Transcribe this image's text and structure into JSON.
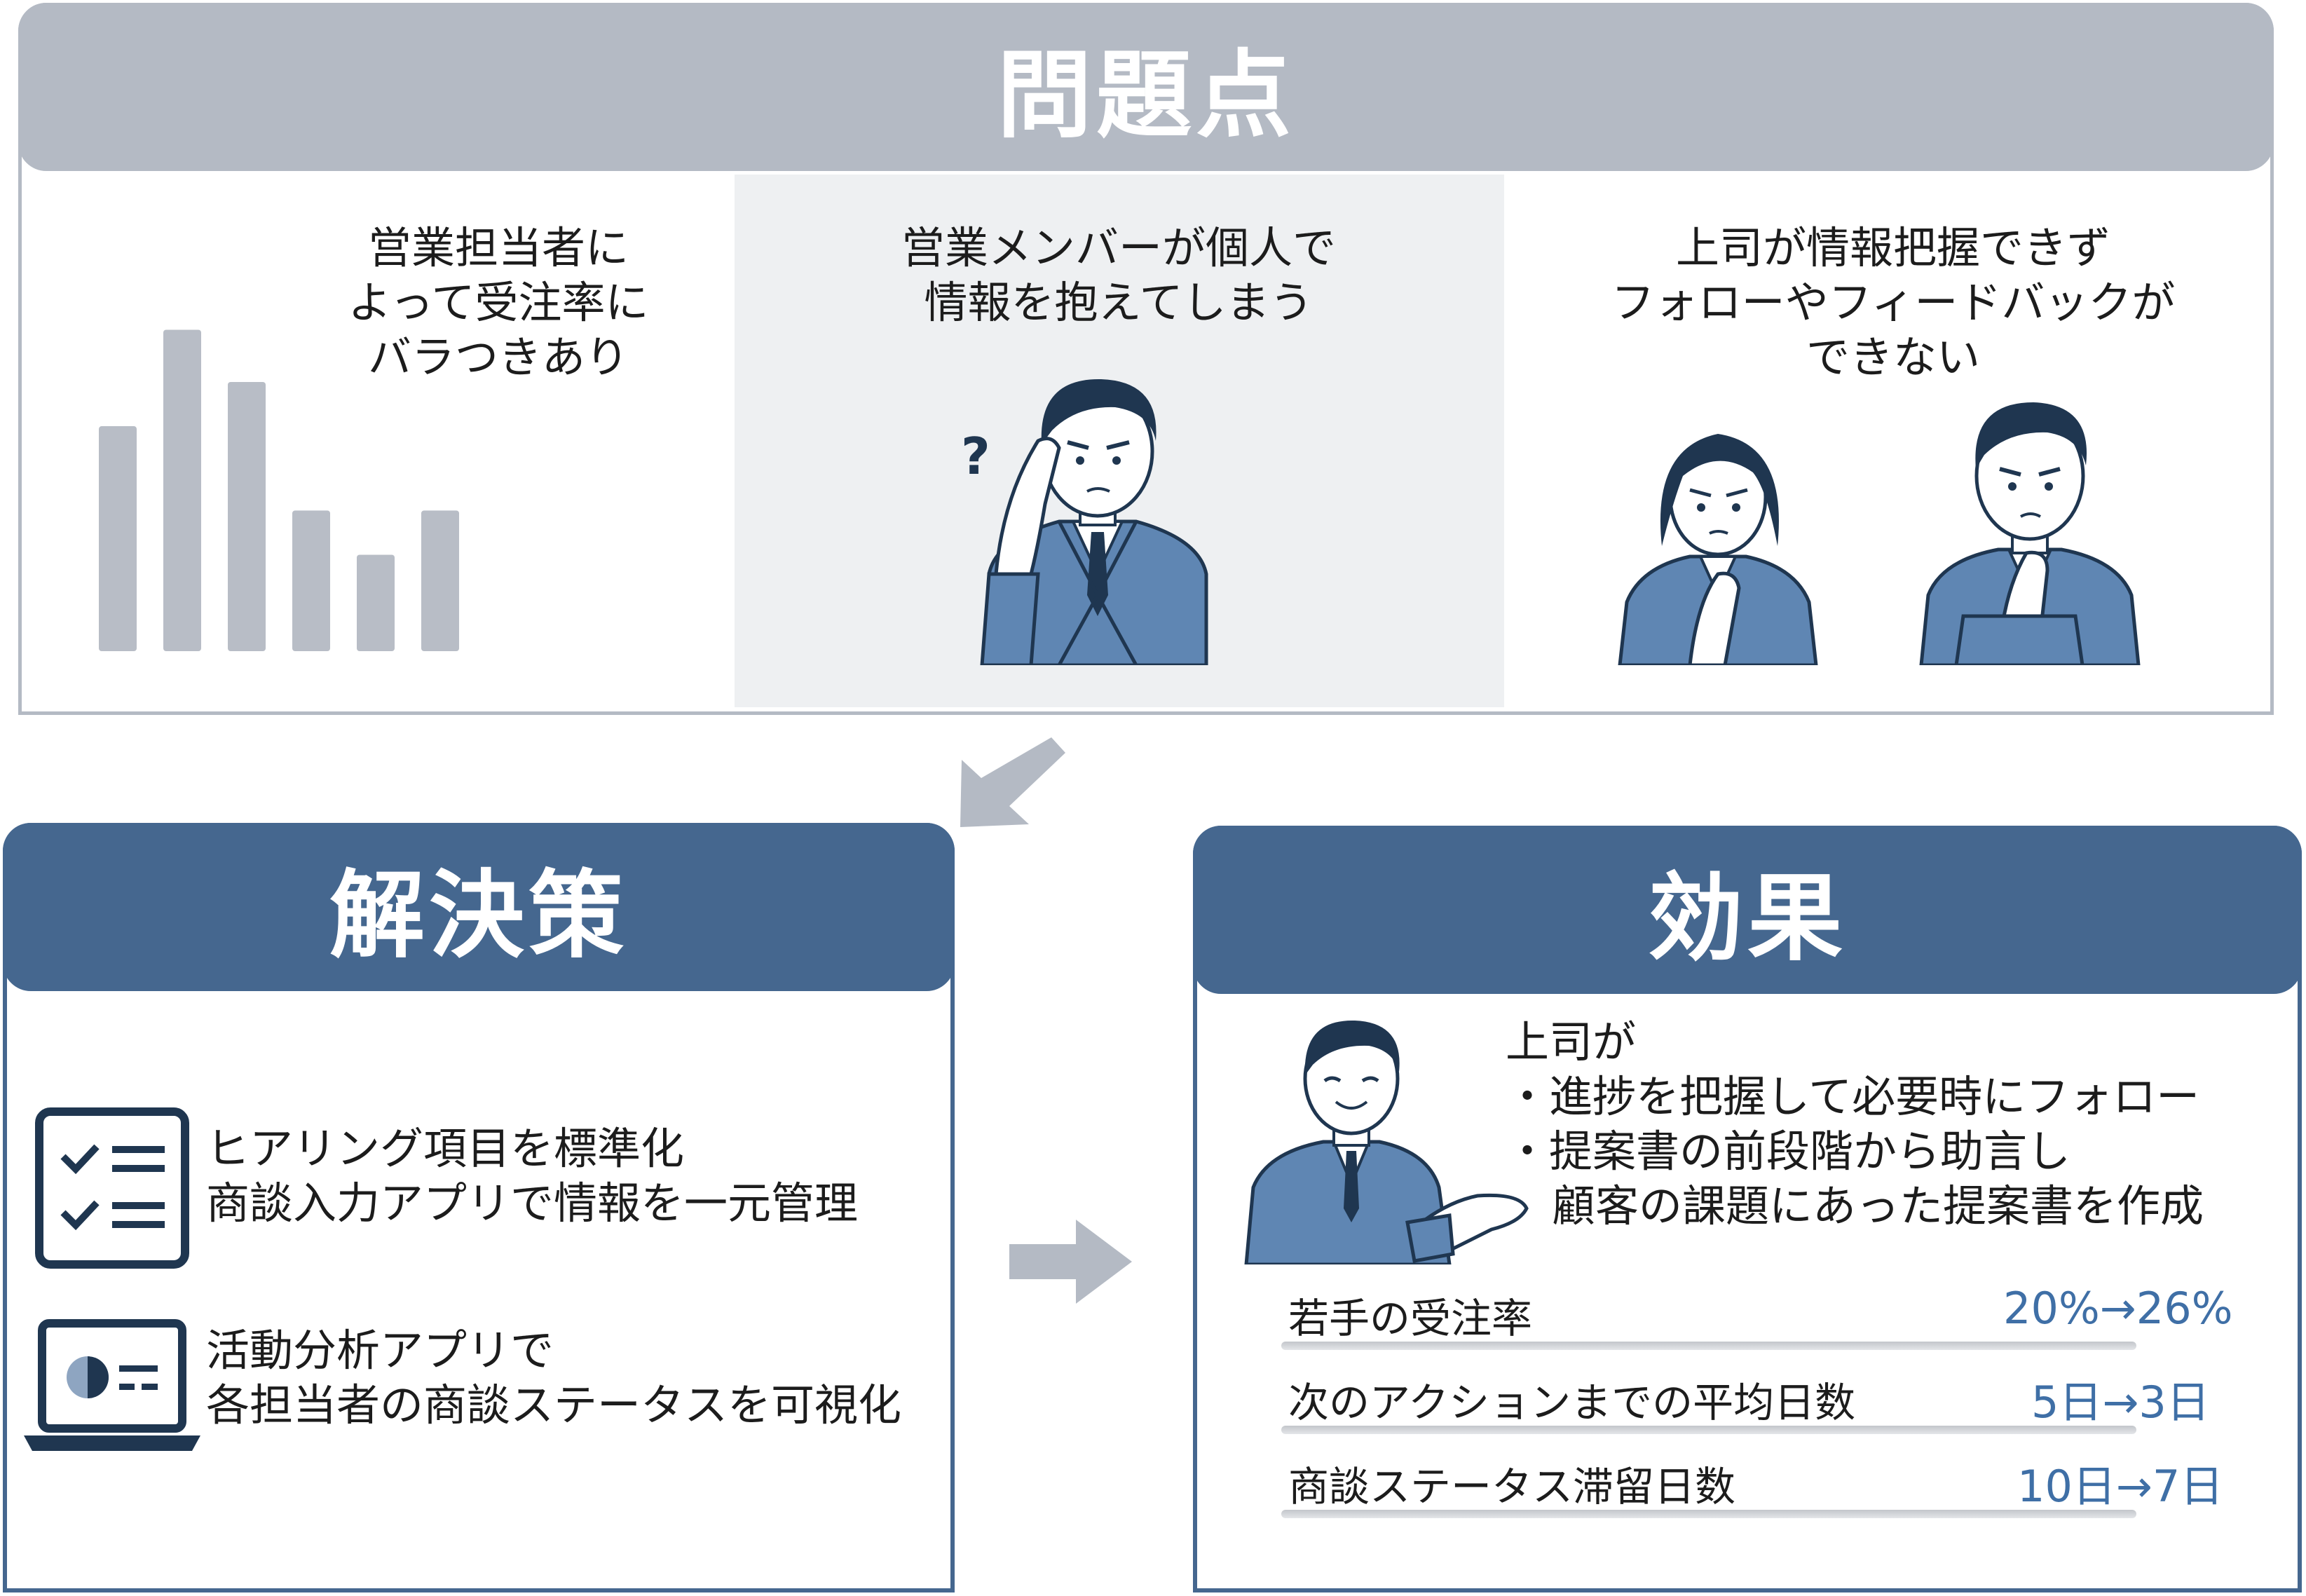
{
  "problem": {
    "title": "問題点",
    "col1_text": "営業担当者に\nよって受注率に\nバラつきあり",
    "col2_text": "営業メンバーが個人で\n情報を抱えてしまう",
    "col3_text": "上司が情報把握できず\nフォローやフィードバックが\nできない",
    "question_mark": "?"
  },
  "bar_chart": {
    "type": "bar",
    "values": [
      0.56,
      0.8,
      0.67,
      0.35,
      0.24,
      0.35
    ],
    "color": "#b8bdc6"
  },
  "solution": {
    "title": "解決策",
    "item1_text": "ヒアリング項目を標準化\n商談入力アプリで情報を一元管理",
    "item1_icon": "checklist-icon",
    "item2_text": "活動分析アプリで\n各担当者の商談ステータスを可視化",
    "item2_icon": "laptop-chart-icon"
  },
  "effect": {
    "title": "効果",
    "lead": "上司が",
    "bullet1": "・進捗を把握して必要時にフォロー",
    "bullet2": "・提案書の前段階から助言し",
    "bullet2_cont": "顧客の課題にあった提案書を作成",
    "metrics": [
      {
        "label": "若手の受注率",
        "value": "20%→26%"
      },
      {
        "label": "次のアクションまでの平均日数",
        "value": "5日→3日"
      },
      {
        "label": "商談ステータス滞留日数",
        "value": "10日→7日"
      }
    ]
  },
  "colors": {
    "problem_header": "#b4bac4",
    "solution_header": "#45678f",
    "metric_value": "#3f6fa6",
    "arrow": "#b4bac4"
  }
}
